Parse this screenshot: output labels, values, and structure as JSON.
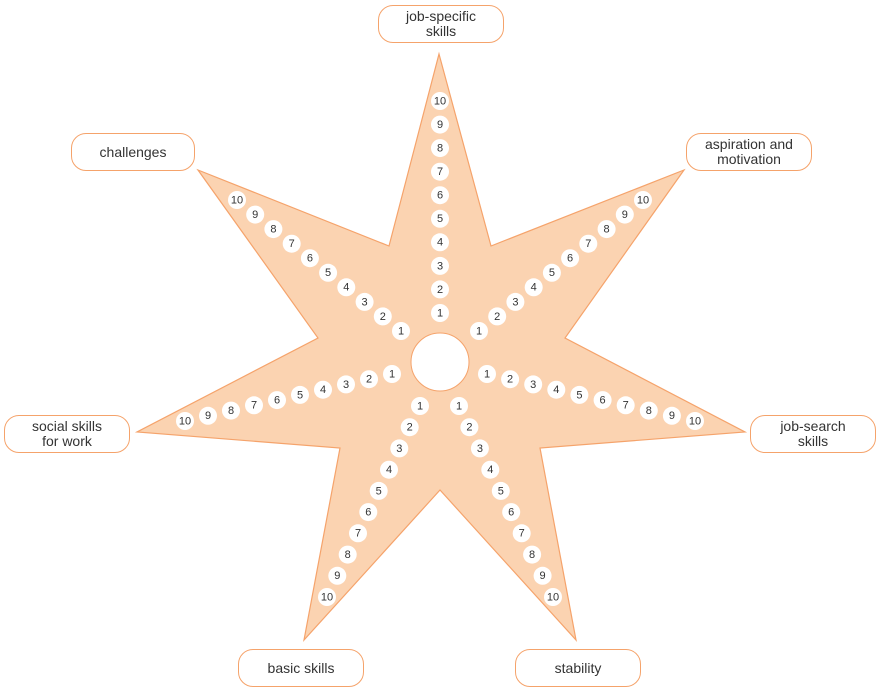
{
  "star_scale": {
    "points": [
      {
        "label": "job-specific\nskills"
      },
      {
        "label": "aspiration and\nmotivation"
      },
      {
        "label": "job-search\nskills"
      },
      {
        "label": "stability"
      },
      {
        "label": "basic skills"
      },
      {
        "label": "social skills\nfor work"
      },
      {
        "label": "challenges"
      }
    ],
    "scale": [
      "1",
      "2",
      "3",
      "4",
      "5",
      "6",
      "7",
      "8",
      "9",
      "10"
    ]
  },
  "colors": {
    "star_fill": "#fbd3b1",
    "star_outline": "#f5a36b",
    "label_border": "#f5a36b",
    "text": "#333333"
  }
}
